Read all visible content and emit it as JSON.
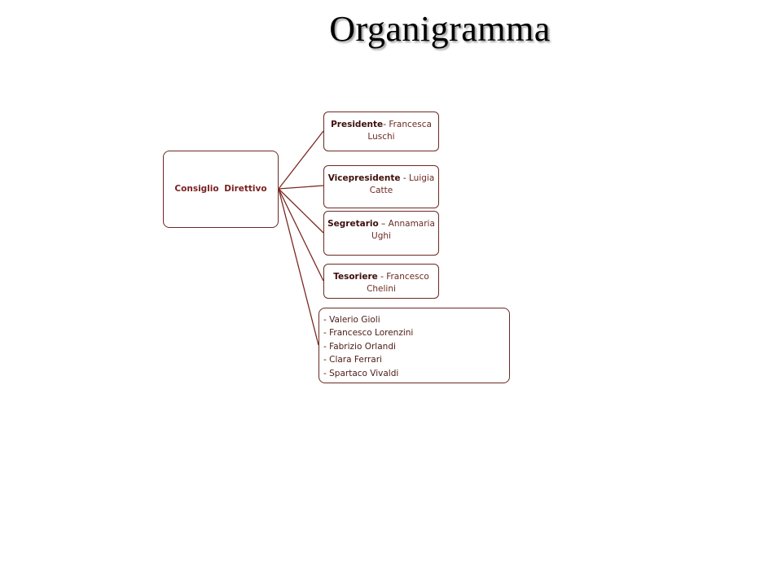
{
  "title": "Organigramma",
  "colors": {
    "border": "#6b2a22",
    "text": "#4a1a14",
    "root_text": "#7a1f1f",
    "connector": "#7a2a22"
  },
  "root": {
    "label": "Consiglio Direttivo"
  },
  "roles": [
    {
      "title": "Presidente",
      "separator": "- ",
      "name": "Francesca Luschi"
    },
    {
      "title": "Vicepresidente",
      "separator": " - ",
      "name": "Luigia Catte"
    },
    {
      "title": "Segretario",
      "separator": " – ",
      "name": "Annamaria Ughi"
    },
    {
      "title": "Tesoriere",
      "separator": " - ",
      "name": "Francesco Chelini"
    }
  ],
  "members": [
    "- Valerio Gioli",
    "- Francesco Lorenzini",
    "- Fabrizio Orlandi",
    "- Clara Ferrari",
    "- Spartaco Vivaldi"
  ]
}
